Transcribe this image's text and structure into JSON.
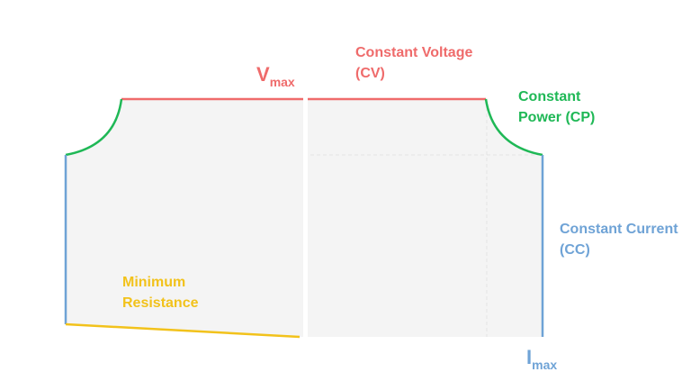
{
  "colors": {
    "voltage": "#ef6b6b",
    "power": "#1fb856",
    "current": "#6fa3d6",
    "resistance": "#f2c21b",
    "fill": "#f4f4f4",
    "guide": "#e3e3e3"
  },
  "labels": {
    "vmax": {
      "symbol": "V",
      "subscript": "max"
    },
    "imax": {
      "symbol": "I",
      "subscript": "max"
    },
    "cv": {
      "line1": "Constant Voltage",
      "line2": "(CV)"
    },
    "cp": {
      "line1": "Constant",
      "line2": "Power (CP)"
    },
    "cc": {
      "line1": "Constant Current",
      "line2": "(CC)"
    },
    "mr": {
      "line1": "Minimum",
      "line2": "Resistance"
    }
  }
}
